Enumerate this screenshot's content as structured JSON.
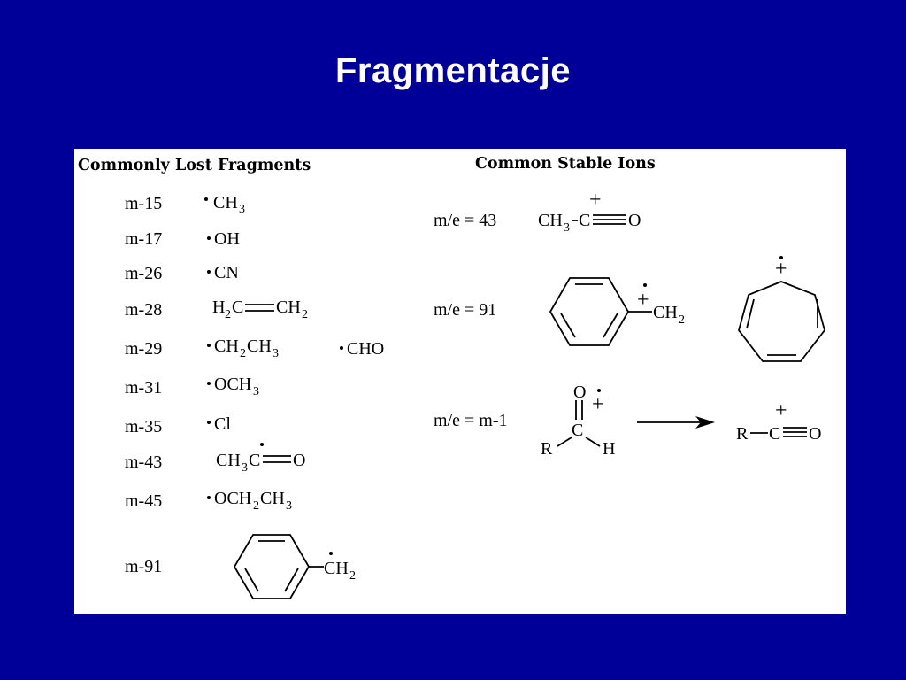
{
  "title": "Fragmentacje",
  "left_header": "Commonly Lost Fragments",
  "right_header": "Common Stable Ions",
  "lost_fragments": [
    {
      "label": "m-15",
      "formula": "CH",
      "sub": "3"
    },
    {
      "label": "m-17",
      "formula": "OH"
    },
    {
      "label": "m-26",
      "formula": "CN"
    },
    {
      "label": "m-28",
      "formula": "H₂C=CH₂"
    },
    {
      "label": "m-29",
      "formula": "CH₂CH₃",
      "alt": "CHO"
    },
    {
      "label": "m-31",
      "formula": "OCH₃"
    },
    {
      "label": "m-35",
      "formula": "Cl"
    },
    {
      "label": "m-43",
      "formula": "CH₃C=O"
    },
    {
      "label": "m-45",
      "formula": "OCH₂CH₃"
    },
    {
      "label": "m-91",
      "formula": "CH₂"
    }
  ],
  "stable_ions": [
    {
      "label": "m/e = 43",
      "formula": "CH₃-C≡O"
    },
    {
      "label": "m/e = 91",
      "formula": "CH₂"
    },
    {
      "label": "m/e = m-1",
      "formula": "R-C≡O"
    }
  ],
  "atoms": {
    "R": "R",
    "C": "C",
    "O": "O",
    "H": "H",
    "CH": "CH"
  }
}
